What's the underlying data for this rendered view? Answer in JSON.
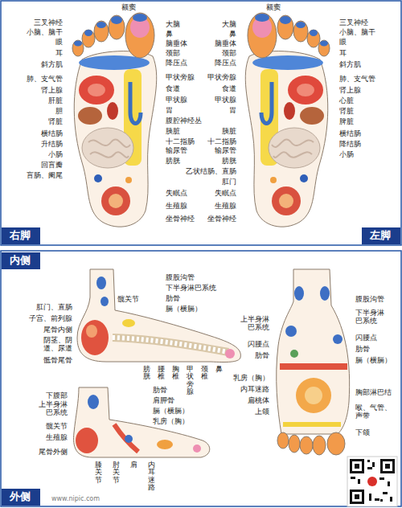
{
  "diagram": {
    "nodes": [
      {
        "text": [
          "右脚"
        ]
      },
      {
        "text": [
          "左脚"
        ]
      },
      {
        "text": [
          "内侧"
        ]
      },
      {
        "text": [
          "外侧"
        ]
      }
    ],
    "labels": [
      "额窦",
      "额窦",
      "三叉神经",
      "小脑、脑干",
      "眼",
      "耳",
      "斜方肌",
      "肺、支气管",
      "肾上腺",
      "肝脏",
      "胆",
      "肾脏",
      "横结肠",
      "升结肠",
      "小肠",
      "回盲瓣",
      "盲肠、阑尾",
      "大脑",
      "鼻",
      "脑垂体",
      "颈部",
      "降压点",
      "甲状旁腺",
      "食道",
      "甲状腺",
      "胃",
      "腹腔神经丛",
      "胰脏",
      "十二指肠",
      "输尿管",
      "膀胱",
      "失眠点",
      "生殖腺",
      "坐骨神经",
      "大脑",
      "鼻",
      "脑垂体",
      "颈部",
      "降压点",
      "甲状旁腺",
      "食道",
      "甲状腺",
      "胃",
      "胰脏",
      "十二指肠",
      "输尿管",
      "膀胱",
      "乙状结肠、直肠",
      "肛门",
      "失眠点",
      "生殖腺",
      "坐骨神经",
      "三叉神经",
      "小脑、脑干",
      "眼",
      "耳",
      "斜方肌",
      "肺、支气管",
      "肾上腺",
      "心脏",
      "肾脏",
      "脾脏",
      "横结肠",
      "降结肠",
      "小肠",
      "腹股沟管",
      "下半身淋巴系统",
      "肋骨",
      "膈（横膈）",
      "髋关节",
      "肛门、直肠",
      "子宫、前列腺",
      "尾骨内侧",
      "阴茎、阴道、尿道",
      "骶骨尾骨",
      "膀胱",
      "腰椎",
      "胸椎",
      "甲状旁腺",
      "颈椎",
      "鼻",
      "上半身淋巴系统",
      "闪腰点",
      "肋骨",
      "腹股沟管",
      "下半身淋巴系统",
      "闪腰点",
      "肋骨",
      "膈（横膈）",
      "乳房（胸）",
      "内耳迷路",
      "扁桃体",
      "上颌",
      "胸部淋巴结",
      "喉、气管、声带",
      "下颌",
      "下腹部",
      "上半身淋巴系统",
      "髋关节",
      "生殖腺",
      "尾骨外侧",
      "肋骨",
      "肩胛骨",
      "膈（横膈）",
      "乳房（胸）",
      "膝关节",
      "肘关节",
      "肩",
      "内耳迷路",
      "www.nipic.com"
    ]
  }
}
